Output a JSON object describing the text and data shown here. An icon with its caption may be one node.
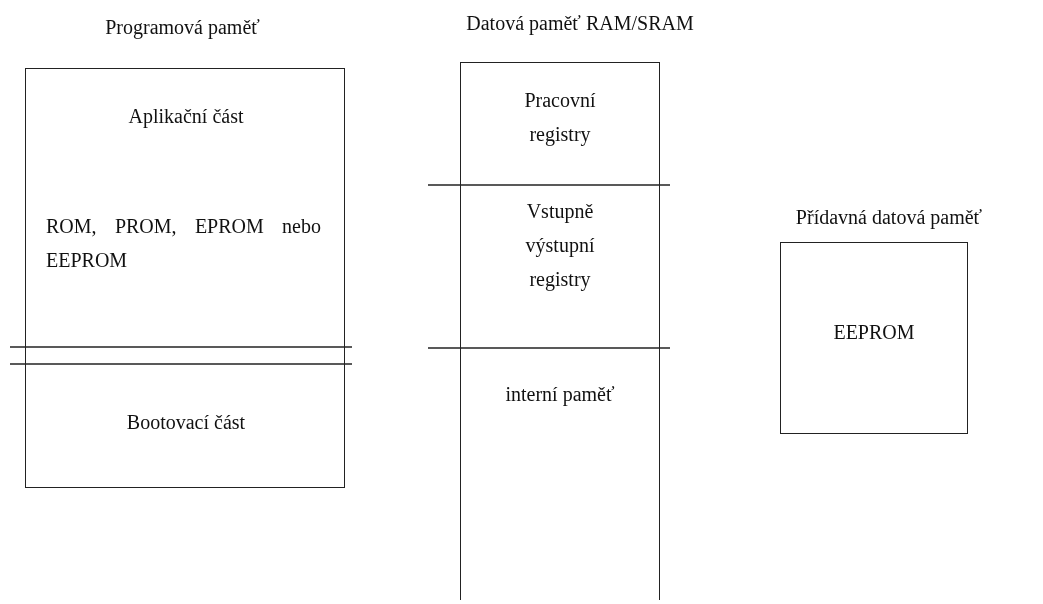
{
  "diagram": {
    "nodes": [
      {
        "text": [
          "Programová paměť"
        ]
      },
      {
        "text": [
          "Aplikační část",
          "ROM, PROM, EPROM nebo EEPROM"
        ],
        "in": 0
      },
      {
        "text": [
          "Bootovací část"
        ],
        "in": 0
      },
      {
        "text": [
          "Datová paměť RAM/SRAM"
        ]
      },
      {
        "text": [
          "Pracovní registry"
        ],
        "in": 3
      },
      {
        "text": [
          "Vstupně výstupní registry"
        ],
        "in": 3
      },
      {
        "text": [
          "interní paměť"
        ],
        "in": 3
      },
      {
        "text": [
          "Přídavná datová paměť",
          "EEPROM"
        ]
      }
    ]
  }
}
